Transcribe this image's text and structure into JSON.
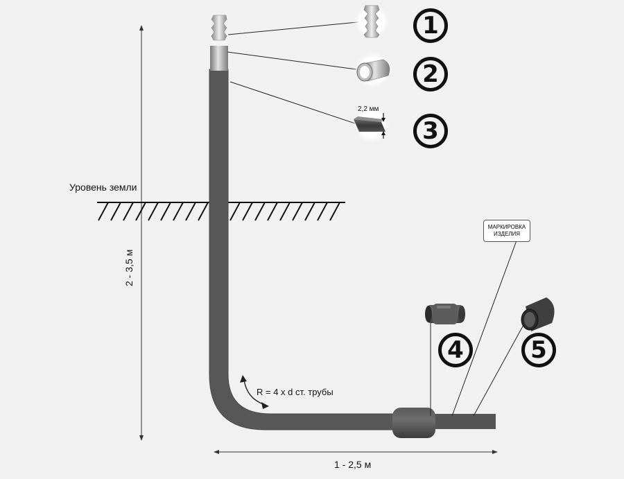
{
  "labels": {
    "ground_level": "Уровень земли",
    "depth": "2 - 3,5 м",
    "length": "1 - 2,5 м",
    "radius": "R = 4 x d ст. трубы",
    "thickness": "2,2 мм",
    "marking_line1": "МАРКИРОВКА",
    "marking_line2": "ИЗДЕЛИЯ"
  },
  "callouts": [
    {
      "number": "1",
      "part": "cap-nozzle"
    },
    {
      "number": "2",
      "part": "steel-pipe-section"
    },
    {
      "number": "3",
      "part": "pipe-wall"
    },
    {
      "number": "4",
      "part": "coupling"
    },
    {
      "number": "5",
      "part": "plastic-pipe"
    }
  ],
  "colors": {
    "background": "#f1f1f1",
    "pipe": "#575757",
    "coupling": "#4a4a4a",
    "line": "#222222"
  }
}
